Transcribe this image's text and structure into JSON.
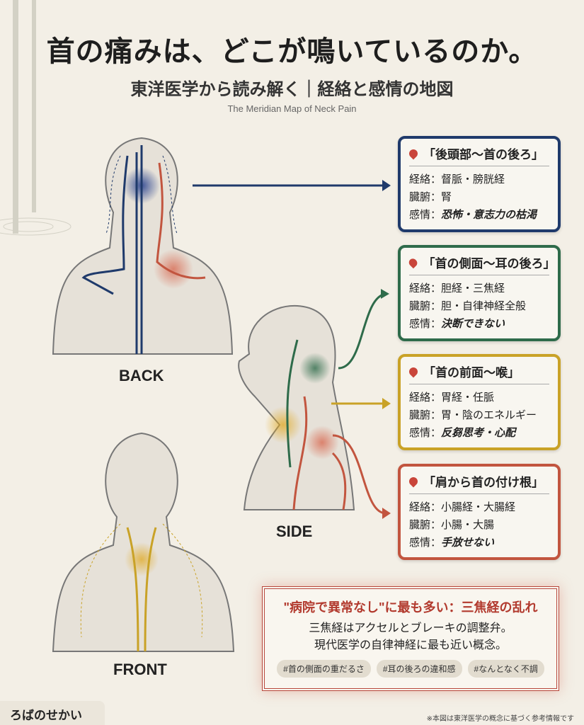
{
  "header": {
    "title": "首の痛みは、どこが鳴いているのか。",
    "subtitle": "東洋医学から読み解く｜経絡と感情の地図",
    "english_title": "The Meridian Map of Neck Pain"
  },
  "figures": {
    "back": "BACK",
    "side": "SIDE",
    "front": "FRONT"
  },
  "colors": {
    "blue": "#1f3a6b",
    "green": "#2e6b4a",
    "yellow": "#c9a227",
    "red": "#c2553f"
  },
  "cards": [
    {
      "title": "「後頭部〜首の後ろ」",
      "meridian_label": "経絡：",
      "meridian": "督脈・膀胱経",
      "organ_label": "臓腑：",
      "organ": "腎",
      "emotion_label": "感情：",
      "emotion": "恐怖・意志力の枯渇",
      "color": "#1f3a6b"
    },
    {
      "title": "「首の側面〜耳の後ろ」",
      "meridian_label": "経絡：",
      "meridian": "胆経・三焦経",
      "organ_label": "臓腑：",
      "organ": "胆・自律神経全般",
      "emotion_label": "感情：",
      "emotion": "決断できない",
      "color": "#2e6b4a"
    },
    {
      "title": "「首の前面〜喉」",
      "meridian_label": "経絡：",
      "meridian": "胃経・任脈",
      "organ_label": "臓腑：",
      "organ": "胃・陰のエネルギー",
      "emotion_label": "感情：",
      "emotion": "反芻思考・心配",
      "color": "#c9a227"
    },
    {
      "title": "「肩から首の付け根」",
      "meridian_label": "経絡：",
      "meridian": "小腸経・大腸経",
      "organ_label": "臓腑：",
      "organ": "小腸・大腸",
      "emotion_label": "感情：",
      "emotion": "手放せない",
      "color": "#c2553f"
    }
  ],
  "note": {
    "heading": "\"病院で異常なし\"に最も多い：三焦経の乱れ",
    "line1": "三焦経はアクセルとブレーキの調整弁。",
    "line2": "現代医学の自律神経に最も近い概念。",
    "tags": [
      "#首の側面の重だるさ",
      "#耳の後ろの違和感",
      "#なんとなく不調"
    ]
  },
  "footer": {
    "brand": "ろばのせかい",
    "disclaimer": "※本図は東洋医学の概念に基づく参考情報です"
  }
}
